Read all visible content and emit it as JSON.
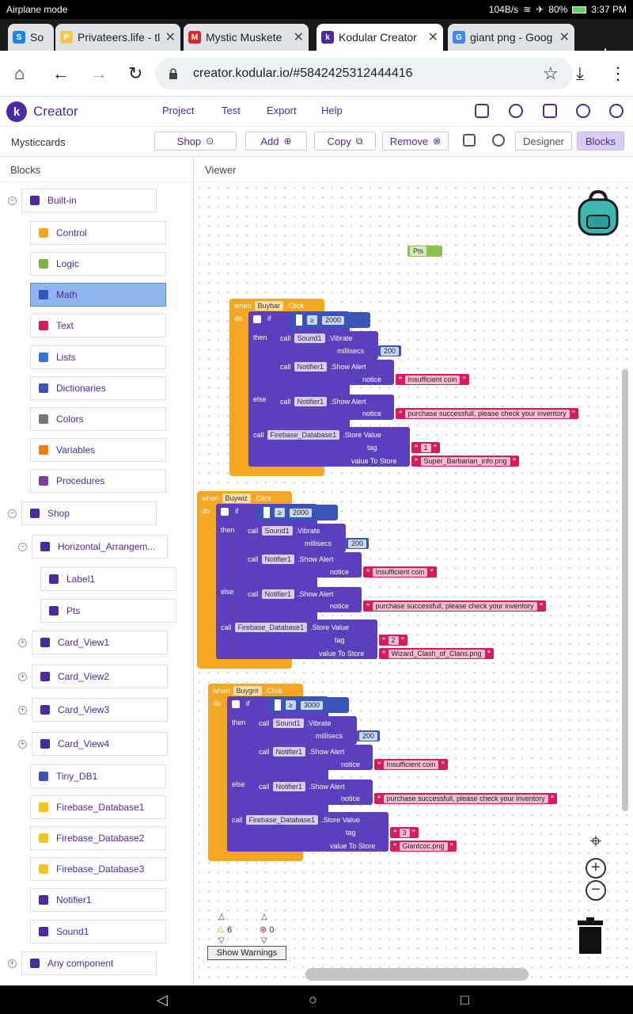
{
  "status": {
    "left": "Airplane mode",
    "speed": "104B/s",
    "battery": "80%",
    "time": "3:37 PM"
  },
  "tabs": [
    {
      "favicon": "S",
      "title": "So",
      "color": "#1e88e5"
    },
    {
      "favicon": "P",
      "title": "Privateers.life - tl",
      "color": "#f9c74f"
    },
    {
      "favicon": "M",
      "title": "Mystic Muskete",
      "color": "#d62828"
    },
    {
      "favicon": "k",
      "title": "Kodular Creator",
      "color": "#4b2aa0"
    },
    {
      "favicon": "G",
      "title": "giant png - Goog",
      "color": "#4285f4"
    }
  ],
  "url": "creator.kodular.io/#5842425312444416",
  "app": {
    "name": "Creator",
    "menus": [
      "Project",
      "Test",
      "Export",
      "Help"
    ]
  },
  "toolbar": {
    "project": "Mysticcards",
    "buttons": [
      {
        "label": "Shop"
      },
      {
        "label": "Add"
      },
      {
        "label": "Copy"
      },
      {
        "label": "Remove"
      }
    ],
    "designer": "Designer",
    "blocks": "Blocks"
  },
  "panel": {
    "title": "Blocks",
    "builtin_label": "Built-in",
    "builtin": [
      {
        "label": "Control",
        "color": "#f5a623"
      },
      {
        "label": "Logic",
        "color": "#7cb342"
      },
      {
        "label": "Math",
        "color": "#3a55b8"
      },
      {
        "label": "Text",
        "color": "#d81b60"
      },
      {
        "label": "Lists",
        "color": "#3a6fd8"
      },
      {
        "label": "Dictionaries",
        "color": "#3a55b8"
      },
      {
        "label": "Colors",
        "color": "#777777"
      },
      {
        "label": "Variables",
        "color": "#f57c00"
      },
      {
        "label": "Procedures",
        "color": "#7b3fa0"
      }
    ],
    "shop_label": "Shop",
    "horizontal": "Horizontal_Arrangem...",
    "label1": "Label1",
    "pts": "Pts",
    "cards": [
      "Card_View1",
      "Card_View2",
      "Card_View3",
      "Card_View4"
    ],
    "others": [
      {
        "label": "Tiny_DB1",
        "color": "#3a55b8"
      },
      {
        "label": "Firebase_Database1",
        "color": "#f5c518"
      },
      {
        "label": "Firebase_Database2",
        "color": "#f5c518"
      },
      {
        "label": "Firebase_Database3",
        "color": "#f5c518"
      },
      {
        "label": "Notifier1",
        "color": "#4b2aa0"
      },
      {
        "label": "Sound1",
        "color": "#4b2aa0"
      }
    ],
    "any": "Any component"
  },
  "viewer": {
    "title": "Viewer",
    "pts_block": "Pts",
    "words": {
      "when": "when",
      "click": ".Click",
      "do": "do",
      "if": "if",
      "then": "then",
      "else": "else",
      "call": "call",
      "vibrate": ".Vibrate",
      "millisecs": "millisecs",
      "show_alert": ".Show Alert",
      "notice": "notice",
      "store_value": ".Store Value",
      "tag": "tag",
      "value_to_store": "value To Store",
      "ge": "≥",
      "sound": "Sound1",
      "notifier": "Notifier1",
      "firebase": "Firebase_Database1"
    },
    "events": [
      {
        "button": "Buybar",
        "price": "2000",
        "ms": "200",
        "insufficient": "Insufficient coin",
        "success": "purchase successfull, please check your inventory",
        "tag": "1",
        "value": "Super_Barbarian_info.png"
      },
      {
        "button": "Buywiz",
        "price": "2000",
        "ms": "200",
        "insufficient": "Insufficient coin",
        "success": "purchase successfull, please check your inventory",
        "tag": "2",
        "value": "Wizard_Clash_of_Clans.png"
      },
      {
        "button": "Buygnt",
        "price": "3000",
        "ms": "200",
        "insufficient": "Insufficient coin",
        "success": "purchase successfull, please check your inventory",
        "tag": "3",
        "value": "Giantcoc.png"
      }
    ],
    "warnings_count": "6",
    "errors_count": "0",
    "show_warnings": "Show Warnings"
  }
}
